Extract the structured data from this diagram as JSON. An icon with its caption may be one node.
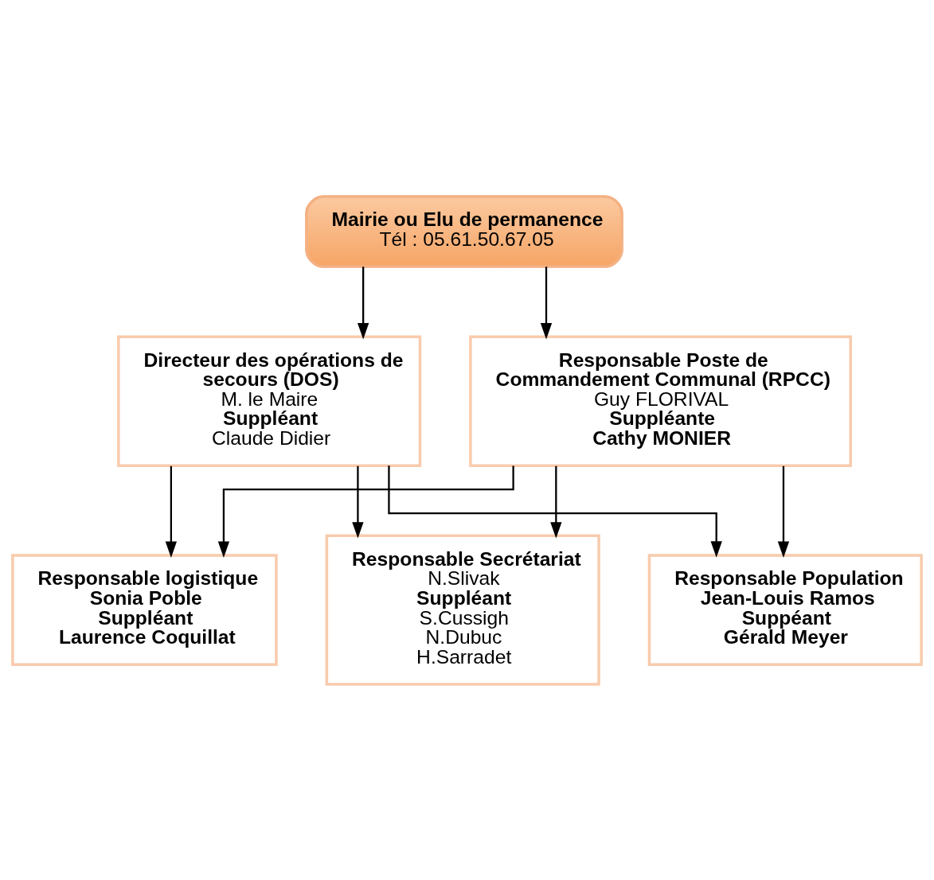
{
  "diagram": {
    "nodes": [
      {
        "text": [
          "Mairie ou Elu de permanence",
          "Tél : 05.61.50.67.05"
        ]
      },
      {
        "text": [
          "Directeur des opérations de secours (DOS)",
          "M. le Maire",
          "Suppléant",
          "Claude Didier"
        ]
      },
      {
        "text": [
          "Responsable Poste de Commandement Communal (RPCC)",
          "Guy FLORIVAL",
          "Suppléante",
          "Cathy MONIER"
        ]
      },
      {
        "text": [
          "Responsable logistique",
          "Sonia Poble",
          "Suppléant",
          "Laurence Coquillat"
        ]
      },
      {
        "text": [
          "Responsable Secrétariat",
          "N.Slivak",
          "Suppléant",
          "S.Cussigh",
          "N.Dubuc",
          "H.Sarradet"
        ]
      },
      {
        "text": [
          "Responsable Population",
          "Jean-Louis Ramos",
          "Suppéant",
          "Gérald Meyer"
        ]
      }
    ],
    "edges": [
      {
        "from": 0,
        "to": 1,
        "arrow": "to"
      },
      {
        "from": 0,
        "to": 2,
        "arrow": "to"
      },
      {
        "from": 1,
        "to": 3,
        "arrow": "to"
      },
      {
        "from": 1,
        "to": 4,
        "arrow": "to"
      },
      {
        "from": 1,
        "to": 5,
        "arrow": "to"
      },
      {
        "from": 2,
        "to": 3,
        "arrow": "to"
      },
      {
        "from": 2,
        "to": 4,
        "arrow": "to"
      },
      {
        "from": 2,
        "to": 5,
        "arrow": "to"
      }
    ]
  }
}
